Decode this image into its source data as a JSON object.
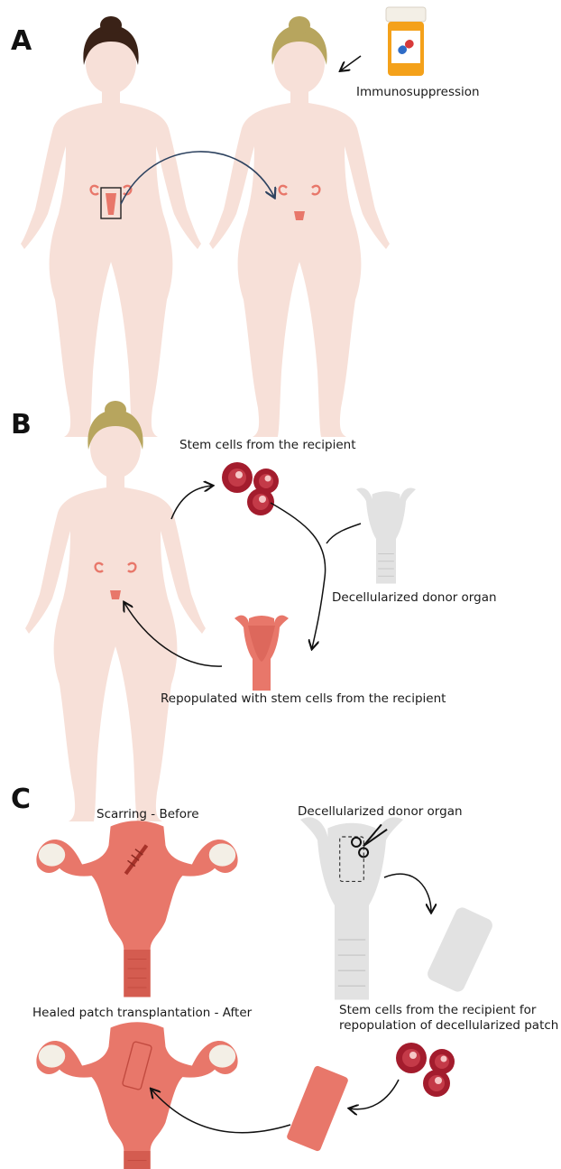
{
  "panels": {
    "a": {
      "letter": "A",
      "immunosuppression": "Immunosuppression"
    },
    "b": {
      "letter": "B",
      "stem_cells": "Stem cells from the recipient",
      "decellularized": "Decellularized donor organ",
      "repopulated": "Repopulated with stem cells from the recipient"
    },
    "c": {
      "letter": "C",
      "scarring": "Scarring - Before",
      "decellularized": "Decellularized donor organ",
      "healed": "Healed patch transplantation - After",
      "stem_line1": "Stem cells from the recipient for",
      "stem_line2": "repopulation of decellularized patch"
    }
  },
  "colors": {
    "skin": "#f7e0d8",
    "organ": "#e8776a",
    "hair_donor": "#3a2217",
    "hair_recipient": "#b7a55e",
    "decellularized": "#e2e2e2",
    "pill_bottle": "#f4a11a",
    "transfer_arrow": "#2e4360"
  }
}
